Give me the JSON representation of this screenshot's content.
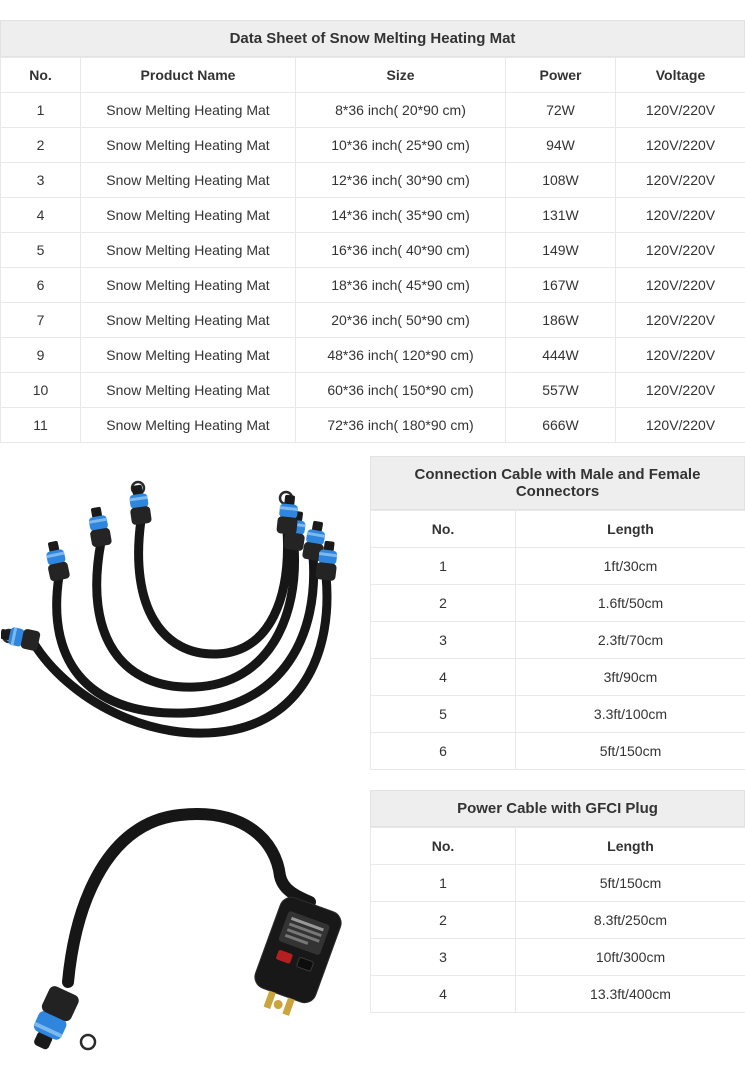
{
  "main_table": {
    "title": "Data Sheet of Snow Melting Heating Mat",
    "columns": [
      "No.",
      "Product Name",
      "Size",
      "Power",
      "Voltage"
    ],
    "rows": [
      {
        "no": "1",
        "name": "Snow Melting Heating Mat",
        "size": "8*36 inch( 20*90 cm)",
        "power": "72W",
        "voltage": "120V/220V"
      },
      {
        "no": "2",
        "name": "Snow Melting Heating Mat",
        "size": "10*36 inch( 25*90 cm)",
        "power": "94W",
        "voltage": "120V/220V"
      },
      {
        "no": "3",
        "name": "Snow Melting Heating Mat",
        "size": "12*36 inch( 30*90 cm)",
        "power": "108W",
        "voltage": "120V/220V"
      },
      {
        "no": "4",
        "name": "Snow Melting Heating Mat",
        "size": "14*36 inch( 35*90 cm)",
        "power": "131W",
        "voltage": "120V/220V"
      },
      {
        "no": "5",
        "name": "Snow Melting Heating Mat",
        "size": "16*36 inch( 40*90 cm)",
        "power": "149W",
        "voltage": "120V/220V"
      },
      {
        "no": "6",
        "name": "Snow Melting Heating Mat",
        "size": "18*36 inch( 45*90 cm)",
        "power": "167W",
        "voltage": "120V/220V"
      },
      {
        "no": "7",
        "name": "Snow Melting Heating Mat",
        "size": "20*36 inch( 50*90 cm)",
        "power": "186W",
        "voltage": "120V/220V"
      },
      {
        "no": "9",
        "name": "Snow Melting Heating Mat",
        "size": "48*36 inch( 120*90 cm)",
        "power": "444W",
        "voltage": "120V/220V"
      },
      {
        "no": "10",
        "name": "Snow Melting Heating Mat",
        "size": "60*36 inch( 150*90 cm)",
        "power": "557W",
        "voltage": "120V/220V"
      },
      {
        "no": "11",
        "name": "Snow Melting Heating Mat",
        "size": "72*36 inch( 180*90 cm)",
        "power": "666W",
        "voltage": "120V/220V"
      }
    ]
  },
  "connection_table": {
    "title": "Connection Cable with Male and Female Connectors",
    "columns": [
      "No.",
      "Length"
    ],
    "rows": [
      {
        "no": "1",
        "length": "1ft/30cm"
      },
      {
        "no": "2",
        "length": "1.6ft/50cm"
      },
      {
        "no": "3",
        "length": "2.3ft/70cm"
      },
      {
        "no": "4",
        "length": "3ft/90cm"
      },
      {
        "no": "5",
        "length": "3.3ft/100cm"
      },
      {
        "no": "6",
        "length": "5ft/150cm"
      }
    ]
  },
  "gfci_table": {
    "title": "Power Cable with GFCI Plug",
    "columns": [
      "No.",
      "Length"
    ],
    "rows": [
      {
        "no": "1",
        "length": "5ft/150cm"
      },
      {
        "no": "2",
        "length": "8.3ft/250cm"
      },
      {
        "no": "3",
        "length": "10ft/300cm"
      },
      {
        "no": "4",
        "length": "13.3ft/400cm"
      }
    ]
  },
  "photos": {
    "connection_cables": "connection-cables-with-blue-male-female-connectors",
    "gfci_cable": "power-cable-with-gfci-plug"
  },
  "colors": {
    "connector_blue": "#2e86de",
    "title_bar_bg": "#eeeeee",
    "table_border": "#e8e8e8",
    "cable_black": "#161616",
    "prong_yellow": "#caa53d"
  }
}
